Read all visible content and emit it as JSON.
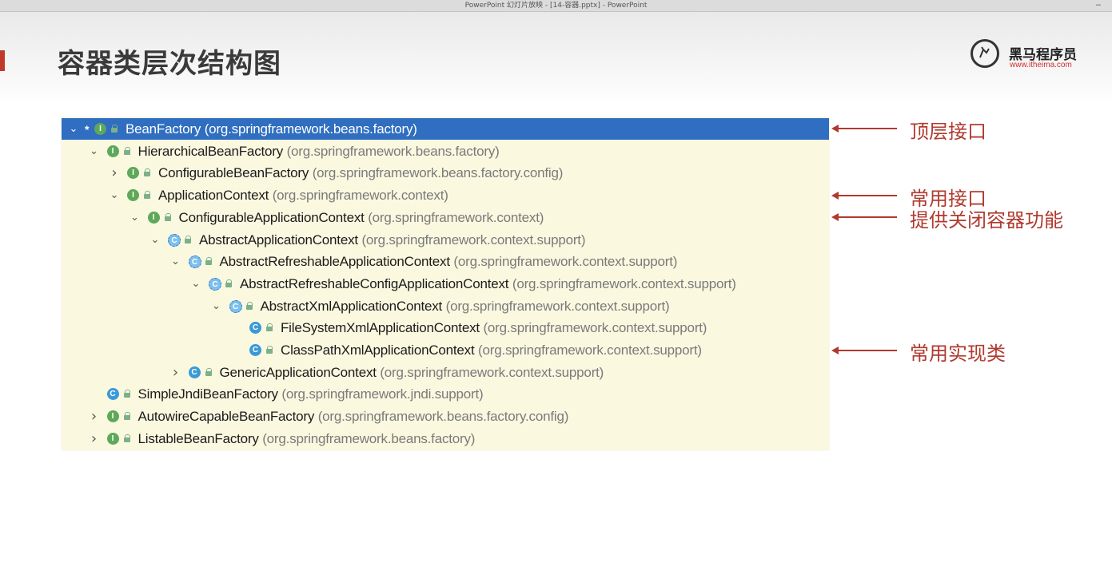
{
  "window": {
    "title": "PowerPoint 幻灯片放映 - [14-容器.pptx] - PowerPoint",
    "minimize_label": "–"
  },
  "slide": {
    "title": "容器类层次结构图",
    "logo": {
      "name": "黑马程序员",
      "url": "www.itheima.com"
    }
  },
  "tree": {
    "rows": [
      {
        "toggle": "⌄",
        "star": "*",
        "kind": "I",
        "name": "BeanFactory",
        "pkg": "(org.springframework.beans.factory)"
      },
      {
        "toggle": "⌄",
        "kind": "I",
        "name": "HierarchicalBeanFactory",
        "pkg": "(org.springframework.beans.factory)"
      },
      {
        "toggle": "›",
        "kind": "I",
        "name": "ConfigurableBeanFactory",
        "pkg": "(org.springframework.beans.factory.config)"
      },
      {
        "toggle": "⌄",
        "kind": "I",
        "name": "ApplicationContext",
        "pkg": "(org.springframework.context)"
      },
      {
        "toggle": "⌄",
        "kind": "I",
        "name": "ConfigurableApplicationContext",
        "pkg": "(org.springframework.context)"
      },
      {
        "toggle": "⌄",
        "kind": "C",
        "name": "AbstractApplicationContext",
        "pkg": "(org.springframework.context.support)"
      },
      {
        "toggle": "⌄",
        "kind": "C",
        "name": "AbstractRefreshableApplicationContext",
        "pkg": "(org.springframework.context.support)"
      },
      {
        "toggle": "⌄",
        "kind": "C",
        "name": "AbstractRefreshableConfigApplicationContext",
        "pkg": "(org.springframework.context.support)"
      },
      {
        "toggle": "⌄",
        "kind": "C",
        "name": "AbstractXmlApplicationContext",
        "pkg": "(org.springframework.context.support)"
      },
      {
        "toggle": "",
        "kind": "C",
        "name": "FileSystemXmlApplicationContext",
        "pkg": "(org.springframework.context.support)"
      },
      {
        "toggle": "",
        "kind": "C",
        "name": "ClassPathXmlApplicationContext",
        "pkg": "(org.springframework.context.support)"
      },
      {
        "toggle": "›",
        "kind": "C",
        "name": "GenericApplicationContext",
        "pkg": "(org.springframework.context.support)"
      },
      {
        "toggle": "",
        "kind": "C",
        "name": "SimpleJndiBeanFactory",
        "pkg": "(org.springframework.jndi.support)"
      },
      {
        "toggle": "›",
        "kind": "I",
        "name": "AutowireCapableBeanFactory",
        "pkg": "(org.springframework.beans.factory.config)"
      },
      {
        "toggle": "›",
        "kind": "I",
        "name": "ListableBeanFactory",
        "pkg": "(org.springframework.beans.factory)"
      }
    ]
  },
  "annotations": [
    {
      "label": "顶层接口"
    },
    {
      "label": "常用接口"
    },
    {
      "label": "提供关闭容器功能"
    },
    {
      "label": "常用实现类"
    }
  ],
  "colors": {
    "selection": "#2f6ec0",
    "tree_background": "#fbf8e0",
    "annotation": "#b03a2e"
  }
}
